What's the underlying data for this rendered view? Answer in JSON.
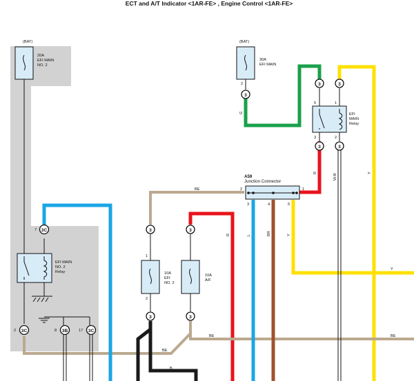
{
  "title": "ECT and A/T Indicator <1AR-FE> , Engine Control <1AR-FE>",
  "colors": {
    "green": "#1aa04a",
    "yellow": "#ffe000",
    "red": "#e8141c",
    "beige": "#bba98e",
    "blue": "#1aa6e6",
    "brown": "#a0522d",
    "black": "#1a1a1a",
    "component_fill": "#d8ecf8",
    "shade": "#d2d2d2"
  },
  "fuses": {
    "bat_label": "(BAT)",
    "efi_main_no2": {
      "rating": "20A",
      "name1": "EFI MAIN",
      "name2": "NO. 2"
    },
    "efi_main": {
      "rating": "30A",
      "name1": "EFI MAIN",
      "pin2": "2"
    },
    "efi_no2": {
      "rating": "10A",
      "name1": "EFI",
      "name2": "NO. 2",
      "pin1": "1",
      "pin2": "2"
    },
    "af": {
      "rating": "10A",
      "name1": "A/F"
    }
  },
  "relays": {
    "efi_main": {
      "line1": "EFI",
      "line2": "MAIN",
      "line3": "Relay",
      "pin5": "5",
      "pin1": "1",
      "pin3": "3",
      "pin2": "2"
    },
    "efi_main_no2": {
      "line1": "EFI MAIN",
      "line2": "NO. 2",
      "line3": "Relay"
    }
  },
  "junction": {
    "code": "A59",
    "name": "Junction Connector",
    "pin1": "1",
    "pin2": "2",
    "pin3": "3",
    "pin4": "4",
    "pin5": "5"
  },
  "connectors": {
    "c3": "3",
    "c3c": "3C",
    "c3b": "3B",
    "pin7": "7",
    "pin2": "2",
    "pin8": "8",
    "pin17": "17"
  },
  "wires": {
    "g": "G",
    "r": "R",
    "wb": "W-B",
    "y": "Y",
    "be": "BE",
    "l": "L",
    "br": "BR",
    "b": "B"
  }
}
